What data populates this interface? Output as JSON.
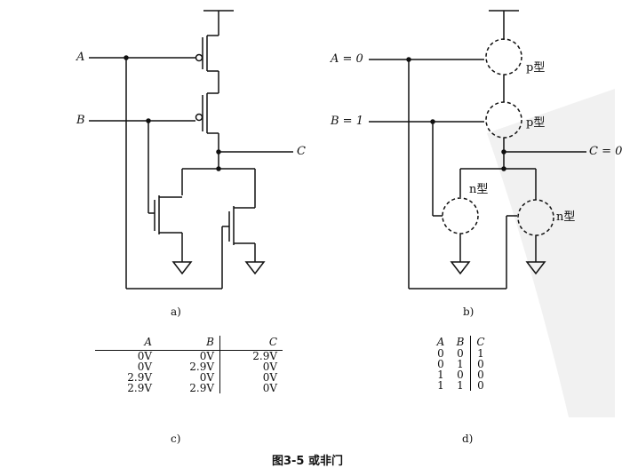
{
  "diagram_a": {
    "input_a": "A",
    "input_b": "B",
    "output": "C",
    "sublabel": "a)"
  },
  "diagram_b": {
    "input_a": "A = 0",
    "input_b": "B = 1",
    "output": "C = 0",
    "p_type_1": "p型",
    "p_type_2": "p型",
    "n_type_1": "n型",
    "n_type_2": "n型",
    "sublabel": "b)"
  },
  "table_c": {
    "headers": [
      "A",
      "B",
      "C"
    ],
    "rows": [
      [
        "0V",
        "0V",
        "2.9V"
      ],
      [
        "0V",
        "2.9V",
        "0V"
      ],
      [
        "2.9V",
        "0V",
        "0V"
      ],
      [
        "2.9V",
        "2.9V",
        "0V"
      ]
    ],
    "sublabel": "c)"
  },
  "table_d": {
    "headers": [
      "A",
      "B",
      "C"
    ],
    "rows": [
      [
        "0",
        "0",
        "1"
      ],
      [
        "0",
        "1",
        "0"
      ],
      [
        "1",
        "0",
        "0"
      ],
      [
        "1",
        "1",
        "0"
      ]
    ],
    "sublabel": "d)"
  },
  "caption": "图3-5   或非门"
}
